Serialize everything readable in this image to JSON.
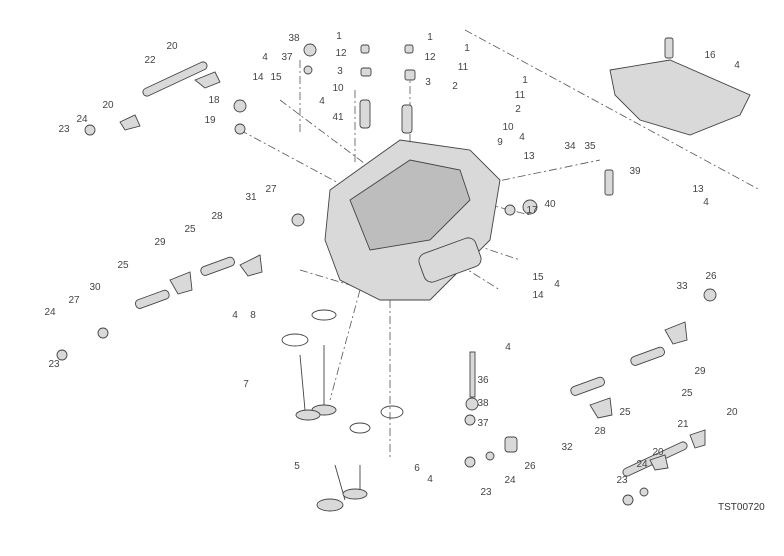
{
  "diagram": {
    "title_code": "TST00720",
    "callouts": [
      "20",
      "22",
      "20",
      "24",
      "23",
      "38",
      "37",
      "4",
      "14",
      "15",
      "18",
      "19",
      "1",
      "12",
      "3",
      "10",
      "4",
      "41",
      "1",
      "12",
      "3",
      "1",
      "11",
      "1",
      "2",
      "11",
      "2",
      "10",
      "4",
      "9",
      "13",
      "16",
      "4",
      "13",
      "4",
      "34",
      "35",
      "39",
      "40",
      "17",
      "27",
      "31",
      "28",
      "25",
      "29",
      "25",
      "27",
      "30",
      "24",
      "23",
      "15",
      "4",
      "14",
      "8",
      "4",
      "7",
      "5",
      "6",
      "4",
      "4",
      "36",
      "38",
      "37",
      "23",
      "24",
      "26",
      "32",
      "28",
      "25",
      "25",
      "29",
      "33",
      "26",
      "20",
      "21",
      "20",
      "24",
      "23"
    ],
    "parts_color": "#d9d9d9",
    "line_color": "#555555"
  }
}
